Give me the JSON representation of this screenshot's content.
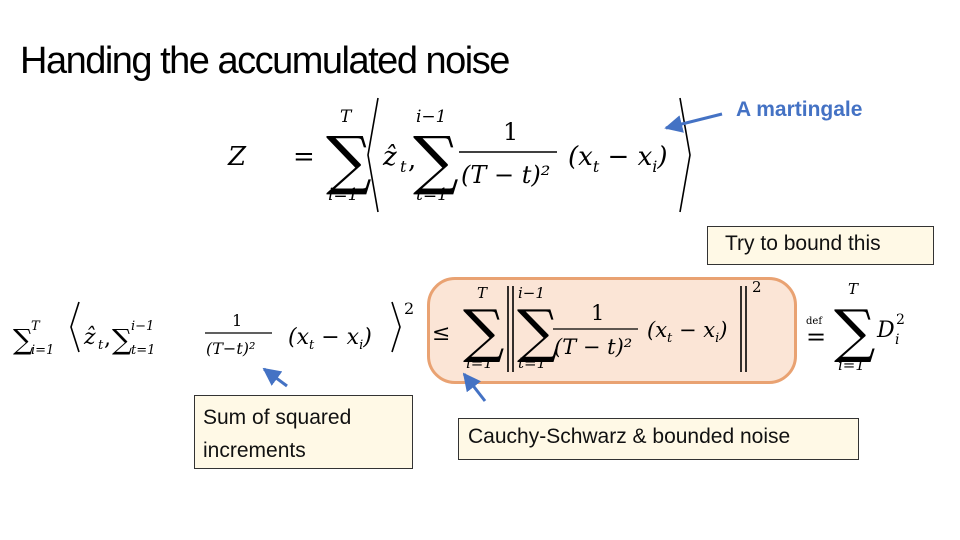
{
  "slide": {
    "title": "Handing the accumulated noise"
  },
  "annotations": {
    "martingale": "A martingale",
    "try_bound": "Try to bound this",
    "sum_squared_line1": "Sum of squared",
    "sum_squared_line2": "increments",
    "cauchy": "Cauchy-Schwarz & bounded noise"
  },
  "equation1": {
    "lhs": "Z",
    "equals": "=",
    "outer_sum_upper": "T",
    "outer_sum_lower": "i=1",
    "inner_sum_upper": "i−1",
    "inner_sum_lower": "t=1",
    "z_hat": "ẑ",
    "z_sub": "t",
    "numerator": "1",
    "denominator": "(T − t)²",
    "term": "(x",
    "term_sub_t": "t",
    "minus": " − x",
    "term_sub_i": "i",
    "close": ")"
  },
  "equation2": {
    "lhs_sum": "∑",
    "lhs_sum_upper": "T",
    "lhs_sum_lower": "i=1",
    "lhs_inner_upper": "i−1",
    "lhs_inner_lower": "t=1",
    "lhs_frac_num": "1",
    "lhs_frac_den": "(T−t)²",
    "exponent": "2",
    "leq": "≤",
    "rhs_sum_upper": "T",
    "rhs_sum_lower": "i=1",
    "rhs_inner_upper": "i−1",
    "rhs_inner_lower": "t=1",
    "rhs_num": "1",
    "rhs_den": "(T − t)²",
    "def_label": "def",
    "def_eq": "=",
    "final_sum_upper": "T",
    "final_sum_lower": "i=1",
    "final_D": "D",
    "final_D_sub": "i",
    "final_D_sup": "2"
  },
  "colors": {
    "accent_blue": "#4472C4",
    "arrow": "#4472C4",
    "highlight_fill": "#FBE5D6",
    "highlight_border": "#E9A272",
    "box_fill": "#FFF9E6"
  }
}
